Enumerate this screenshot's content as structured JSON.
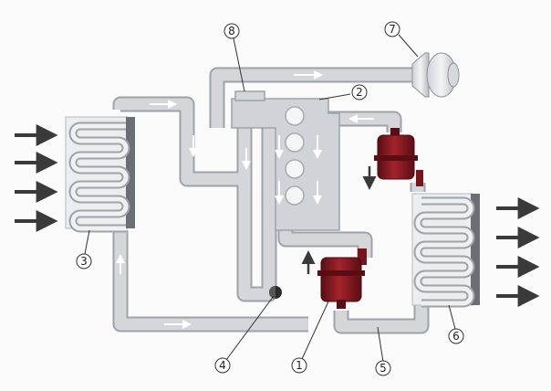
{
  "diagram": {
    "callouts": {
      "pump_1": "1",
      "engine_2": "2",
      "radiator_left_3": "3",
      "valve_4": "4",
      "pipe_5": "5",
      "radiator_right_6": "6",
      "fan_7": "7",
      "sensor_8": "8"
    },
    "colors": {
      "pipe_fill": "#d4d6da",
      "pipe_edge": "#9ea3aa",
      "metal_dark": "#6b6e73",
      "pump_red": "#8b1820",
      "pump_dark": "#5a0e14",
      "arrow_dark": "#3a3a3a",
      "arrow_light": "#ffffff",
      "background": "#fbfbfb"
    },
    "icons": {
      "inflow": "arrow-right-icon",
      "outflow": "arrow-right-icon",
      "flow": "flow-arrow-icon"
    }
  }
}
